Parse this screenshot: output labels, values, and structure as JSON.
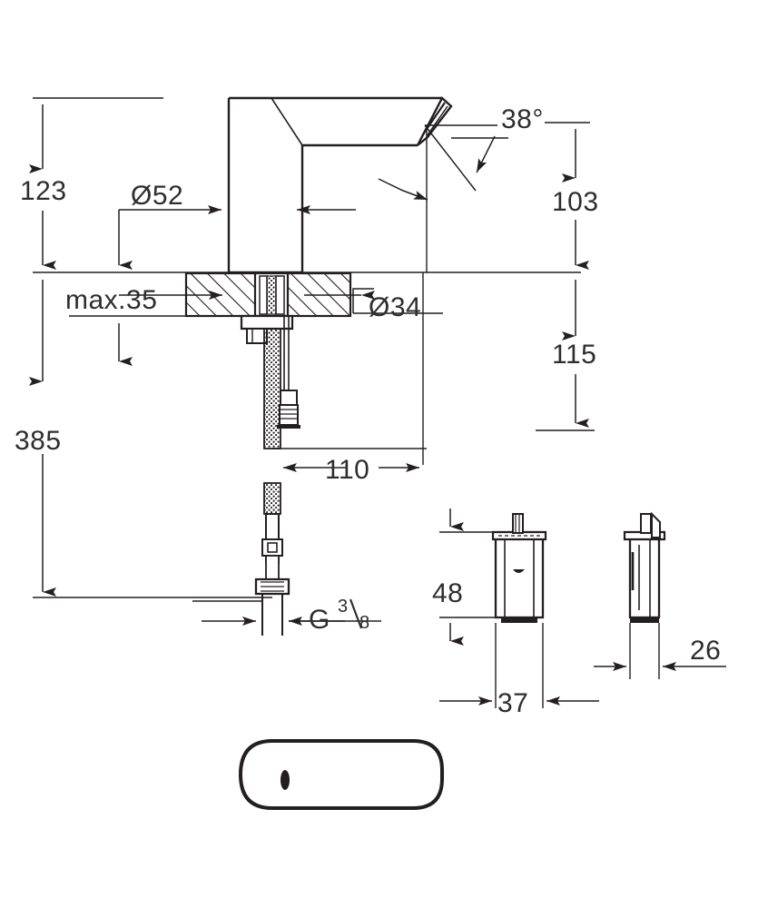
{
  "drawing": {
    "title": "Sensor basin mixer technical dimension drawing",
    "units": "mm",
    "line_color": "#231f20",
    "text_color": "#2e2e2e",
    "background_color": "#ffffff"
  },
  "dimensions": {
    "overall_height_above_deck": "123",
    "spout_outer_diameter": "Ø52",
    "deck_thickness_max": "max.35",
    "mounting_hole_diameter": "Ø34",
    "total_height": "385",
    "spout_projection": "110",
    "spout_angle": "38°",
    "height_upper": "103",
    "height_lower": "115",
    "thread_size_letter": "G",
    "thread_numerator": "3",
    "thread_denominator": "8",
    "box_height": "48",
    "box_width": "37",
    "box_depth": "26"
  },
  "views": {
    "main_elevation": "front-elevation-sensor-mixer",
    "detail_front": "control-box-front-view",
    "detail_side": "control-box-side-view",
    "plan_view": "base-plate-top-view"
  }
}
